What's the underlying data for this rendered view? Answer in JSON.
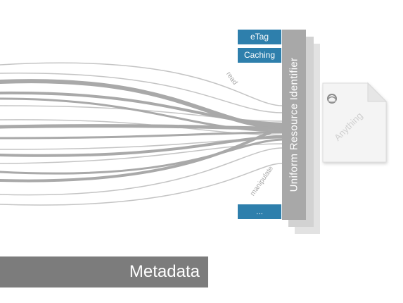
{
  "colors": {
    "tag_background": "#2e7fac",
    "tag_text": "#ffffff",
    "uri_panel": "#a8a8a8",
    "uri_panel_shadow": "#e2e2e2",
    "flow_lines": "#a9a9a9",
    "flow_outline": "#c4c4c4",
    "metadata_bar": "#7c7c7c",
    "document_icon": "#f2f2f2"
  },
  "tags": {
    "etag": "eTag",
    "caching": "Caching",
    "more": "..."
  },
  "uri_panel": {
    "label": "Uniform Resource Identifier"
  },
  "flows": {
    "read_label": "read",
    "manipulate_label": "manipulate"
  },
  "document": {
    "label": "Anything",
    "icon": "document-icon"
  },
  "metadata": {
    "label": "Metadata"
  }
}
